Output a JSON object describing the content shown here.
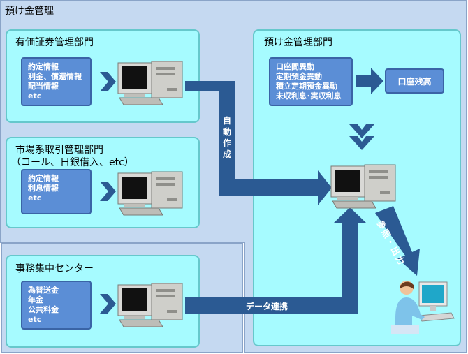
{
  "header": {
    "title": "預け金管理"
  },
  "panels": {
    "securities": {
      "title": "有価証券管理部門",
      "items": [
        "約定情報",
        "利金、償還情報",
        "配当情報",
        "etc"
      ]
    },
    "market": {
      "title": "市場系取引管理部門",
      "subtitle": "（コール、日銀借入、etc）",
      "items": [
        "約定情報",
        "利息情報",
        "etc"
      ]
    },
    "office": {
      "title": "事務集中センター",
      "items": [
        "為替送金",
        "年金",
        "公共料金",
        "etc"
      ]
    },
    "deposit": {
      "title": "預け金管理部門",
      "items": [
        "口座間異動",
        "定期預金異動",
        "積立定期預金異動",
        "未収利息･実収利息"
      ],
      "balance": "口座残高"
    }
  },
  "connectors": {
    "auto_create": [
      "自",
      "動",
      "作",
      "成"
    ],
    "data_link": "データ連携",
    "reference_output": [
      "参",
      "照",
      "・",
      "出",
      "力"
    ]
  },
  "icons": [
    "computer-icon",
    "user-at-computer-icon",
    "chevron-right-icon",
    "chevron-down-icon"
  ],
  "colors": {
    "outer_bg": "#c5d9f1",
    "panel_bg": "#a6fbff",
    "box_blue": "#5b8ed6",
    "arrow_navy": "#2b5a93"
  }
}
